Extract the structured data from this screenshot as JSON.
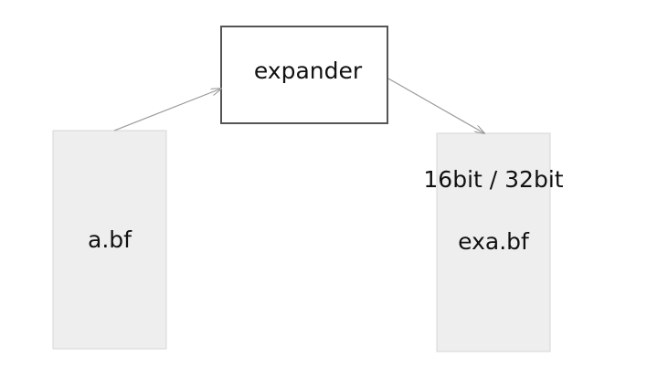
{
  "nodes": {
    "input_file": {
      "label": "a.bf"
    },
    "process": {
      "label": "expander"
    },
    "output_file": {
      "label": "exa.bf",
      "note": "16bit / 32bit"
    }
  },
  "edges": [
    {
      "from": "input_file",
      "to": "process"
    },
    {
      "from": "process",
      "to": "output_file"
    }
  ],
  "colors": {
    "file_fill": "#eeeeee",
    "file_border": "#d6d6d6",
    "process_border": "#555555",
    "arrow": "#9a9a9a",
    "text": "#111111"
  }
}
